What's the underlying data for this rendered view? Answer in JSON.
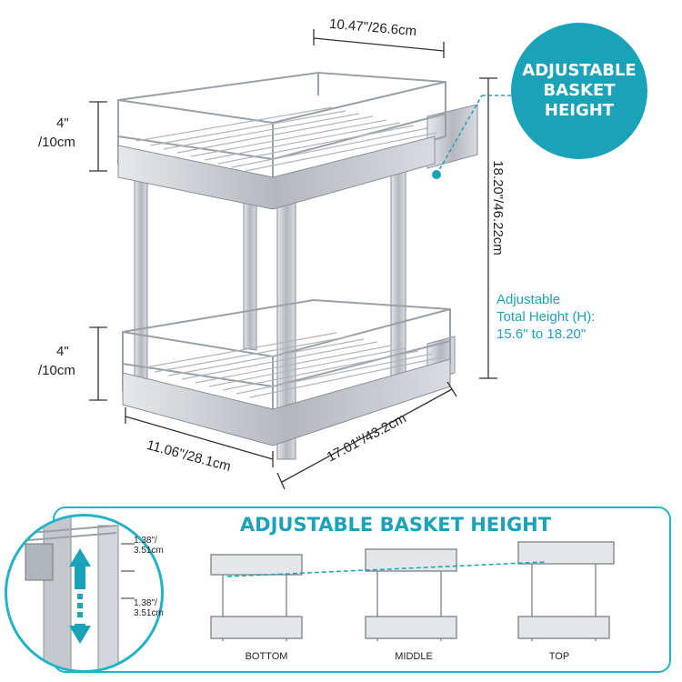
{
  "dimensions": {
    "top_width": "10.47\"/26.6cm",
    "height_total": "18.20\"/46.22cm",
    "depth": "11.06\"/28.1cm",
    "length": "17.01\"/43.2cm",
    "upper_gap_line1": "4\"",
    "upper_gap_line2": "/10cm",
    "lower_gap_line1": "4\"",
    "lower_gap_line2": "/10cm"
  },
  "badge": {
    "line1": "ADJUSTABLE",
    "line2": "BASKET",
    "line3": "HEIGHT"
  },
  "adjustable_note": {
    "line1": "Adjustable",
    "line2": "Total Height (H):",
    "line3": "15.6\" to 18.20\""
  },
  "panel": {
    "title": "ADJUSTABLE BASKET HEIGHT",
    "step1_line1": "1.38\"/",
    "step1_line2": "3.51cm",
    "step2_line1": "1.38\"/",
    "step2_line2": "3.51cm",
    "positions": [
      "BOTTOM",
      "MIDDLE",
      "TOP"
    ]
  },
  "colors": {
    "accent": "#1aa3b8",
    "metal": "#b8bcc2",
    "metal_dark": "#8a8f96"
  }
}
